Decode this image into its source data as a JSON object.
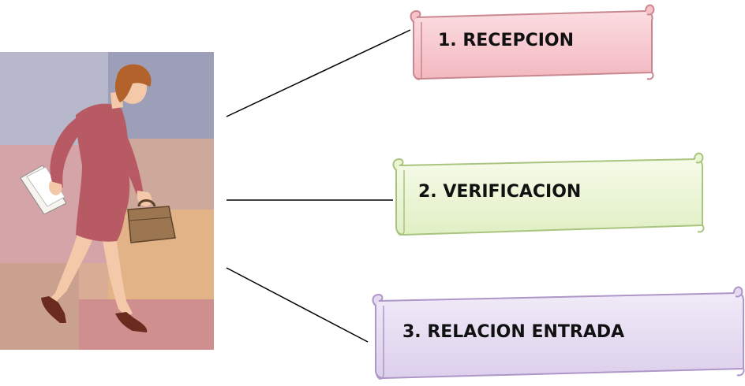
{
  "illustration": {
    "subject": "woman-walking-with-briefcase-and-papers"
  },
  "steps": [
    {
      "label": "1. RECEPCION",
      "fill": "#f7c2c8",
      "border": "#c98890"
    },
    {
      "label": "2. VERIFICACION",
      "fill": "#eaf5d2",
      "border": "#a9c47e"
    },
    {
      "label": "3. RELACION ENTRADA",
      "fill": "#e5d9f0",
      "border": "#ae97c8"
    }
  ],
  "colors": {
    "dress": "#b85a63",
    "hair": "#b3622b",
    "skin": "#f3c9aa",
    "briefcase": "#9c7650",
    "paper": "#f7f4ef"
  }
}
